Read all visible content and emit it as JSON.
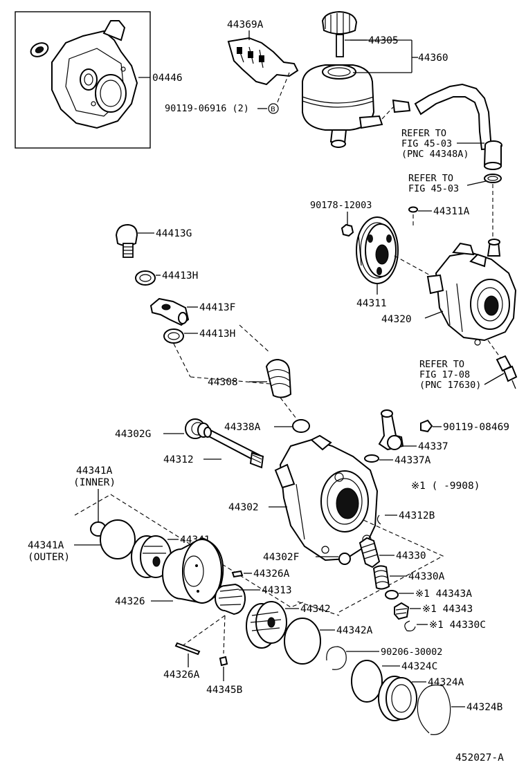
{
  "labels": {
    "p04446": "04446",
    "p44369A": "44369A",
    "p90119_06916": "90119-06916 (2)",
    "marker_b": "B",
    "p44305": "44305",
    "p44360": "44360",
    "refer1_l1": "REFER TO",
    "refer1_l2": "FIG 45-03",
    "refer1_l3": "(PNC 44348A)",
    "refer2_l1": "REFER TO",
    "refer2_l2": "FIG 45-03",
    "p90178_12003": "90178-12003",
    "p44311A": "44311A",
    "p44413G": "44413G",
    "p44413H_1": "44413H",
    "p44413F": "44413F",
    "p44413H_2": "44413H",
    "p44311": "44311",
    "p44320": "44320",
    "refer3_l1": "REFER TO",
    "refer3_l2": "FIG 17-08",
    "refer3_l3": "(PNC 17630)",
    "p44308": "44308",
    "p44338A": "44338A",
    "p90119_08469": "90119-08469",
    "p44302G": "44302G",
    "p44337": "44337",
    "p44312": "44312",
    "p44337A": "44337A",
    "p44341A_inner_l1": "44341A",
    "p44341A_inner_l2": "(INNER)",
    "footnote": "※1 (     -9908)",
    "p44302": "44302",
    "p44312B": "44312B",
    "p44341A_outer_l1": "44341A",
    "p44341A_outer_l2": "(OUTER)",
    "p44341": "44341",
    "p44302F": "44302F",
    "p44330": "44330",
    "p44326A_1": "44326A",
    "p44330A": "44330A",
    "p44326": "44326",
    "p44313": "44313",
    "p44343A": "※1 44343A",
    "p44342": "44342",
    "p44343": "※1 44343",
    "p44330C": "※1 44330C",
    "p44342A": "44342A",
    "p90206_30002": "90206-30002",
    "p44326A_2": "44326A",
    "p44324C": "44324C",
    "p44345B": "44345B",
    "p44324A": "44324A",
    "p44324B": "44324B",
    "figure_code": "452027-A"
  }
}
